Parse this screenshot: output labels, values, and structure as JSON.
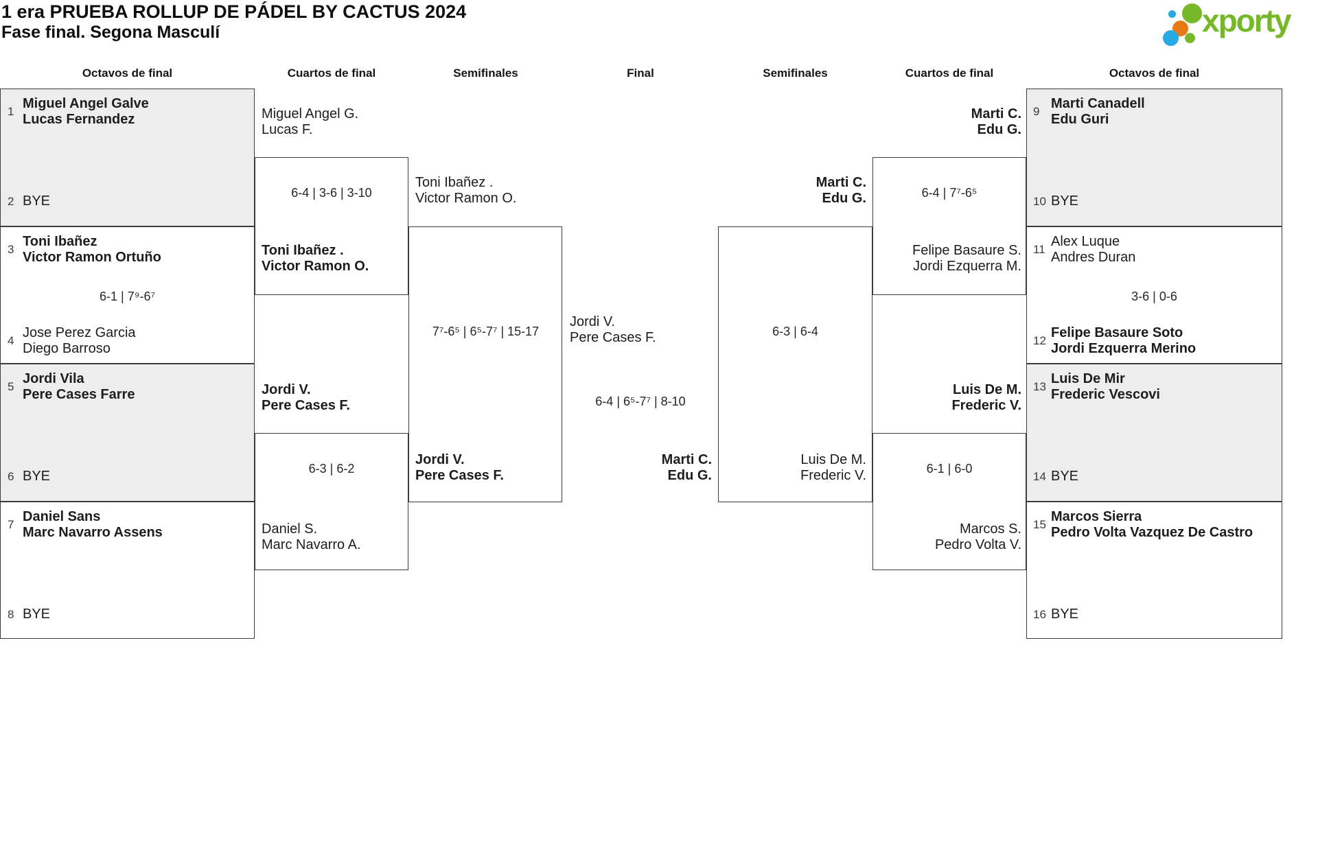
{
  "header": {
    "title": "1 era PRUEBA ROLLUP DE PÁDEL BY CACTUS 2024",
    "subtitle": "Fase final. Segona Masculí",
    "logo_text": "xporty",
    "logo_colors": {
      "green": "#76b82a",
      "blue": "#29a9e1",
      "orange": "#e87a16"
    }
  },
  "style_colors": {
    "box_fill_gray": "#ededed",
    "line": "#3c3c3c",
    "text": "#1d1d1d"
  },
  "columns": [
    "Octavos de final",
    "Cuartos de final",
    "Semifinales",
    "Final",
    "Semifinales",
    "Cuartos de final",
    "Octavos de final"
  ],
  "octavos_left": [
    {
      "num1": "1",
      "t1a": "Miguel Angel Galve",
      "t1b": "Lucas Fernandez",
      "num2": "2",
      "t2a": "BYE",
      "t2b": "",
      "score": "",
      "winner": "1"
    },
    {
      "num1": "3",
      "t1a": "Toni Ibañez",
      "t1b": "Victor Ramon Ortuño",
      "num2": "4",
      "t2a": "Jose Perez Garcia",
      "t2b": "Diego Barroso",
      "score": "6-1 | 7⁹-6⁷",
      "winner": "1"
    },
    {
      "num1": "5",
      "t1a": "Jordi Vila",
      "t1b": "Pere Cases Farre",
      "num2": "6",
      "t2a": "BYE",
      "t2b": "",
      "score": "",
      "winner": "1"
    },
    {
      "num1": "7",
      "t1a": "Daniel Sans",
      "t1b": "Marc Navarro Assens",
      "num2": "8",
      "t2a": "BYE",
      "t2b": "",
      "score": "",
      "winner": "1"
    }
  ],
  "octavos_right": [
    {
      "num1": "9",
      "t1a": "Marti Canadell",
      "t1b": "Edu Guri",
      "num2": "10",
      "t2a": "BYE",
      "t2b": "",
      "score": "",
      "winner": "1"
    },
    {
      "num1": "11",
      "t1a": "Alex Luque",
      "t1b": "Andres Duran",
      "num2": "12",
      "t2a": "Felipe Basaure Soto",
      "t2b": "Jordi Ezquerra Merino",
      "score": "3-6 | 0-6",
      "winner": "2"
    },
    {
      "num1": "13",
      "t1a": "Luis De Mir",
      "t1b": "Frederic Vescovi",
      "num2": "14",
      "t2a": "BYE",
      "t2b": "",
      "score": "",
      "winner": "1"
    },
    {
      "num1": "15",
      "t1a": "Marcos Sierra",
      "t1b": "Pedro Volta Vazquez De Castro",
      "num2": "16",
      "t2a": "BYE",
      "t2b": "",
      "score": "",
      "winner": "1"
    }
  ],
  "cuartos_left": [
    {
      "t1a": "Miguel Angel G.",
      "t1b": "Lucas F.",
      "t2a": "Toni Ibañez .",
      "t2b": "Victor Ramon O.",
      "score": "6-4 | 3-6 | 3-10",
      "winner": "2"
    },
    {
      "t1a": "Jordi V.",
      "t1b": "Pere Cases F.",
      "t2a": "Daniel S.",
      "t2b": "Marc Navarro A.",
      "score": "6-3 | 6-2",
      "winner": "1"
    }
  ],
  "cuartos_right": [
    {
      "t1a": "Marti C.",
      "t1b": "Edu G.",
      "t2a": "Felipe Basaure S.",
      "t2b": "Jordi Ezquerra M.",
      "score": "6-4 | 7⁷-6⁵",
      "winner": "1"
    },
    {
      "t1a": "Luis De M.",
      "t1b": "Frederic V.",
      "t2a": "Marcos S.",
      "t2b": "Pedro Volta V.",
      "score": "6-1 | 6-0",
      "winner": "1"
    }
  ],
  "semis_left": {
    "t1a": "Toni Ibañez .",
    "t1b": "Victor Ramon O.",
    "t2a": "Jordi V.",
    "t2b": "Pere Cases F.",
    "score": "7⁷-6⁵ | 6⁵-7⁷ | 15-17",
    "winner": "2"
  },
  "semis_right": {
    "t1a": "Marti C.",
    "t1b": "Edu G.",
    "t2a": "Luis De M.",
    "t2b": "Frederic V.",
    "score": "6-3 | 6-4",
    "winner": "1"
  },
  "final": {
    "t1a": "Jordi V.",
    "t1b": "Pere Cases F.",
    "t2a": "Marti C.",
    "t2b": "Edu G.",
    "score": "6-4 | 6⁵-7⁷ | 8-10",
    "winner": "2"
  }
}
